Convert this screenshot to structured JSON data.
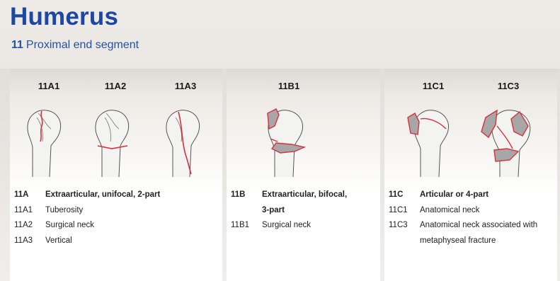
{
  "title": "Humerus",
  "subtitle": {
    "code": "11",
    "label": "Proximal end segment"
  },
  "colors": {
    "title": "#1c47a3",
    "fracture": "#d9303a",
    "fragment_fill": "#a7a7a7"
  },
  "groups": [
    {
      "codes": [
        "11A1",
        "11A2",
        "11A3"
      ],
      "heading": {
        "code": "11A",
        "label": "Extraarticular, unifocal, 2-part"
      },
      "items": [
        {
          "code": "11A1",
          "label": "Tuberosity"
        },
        {
          "code": "11A2",
          "label": "Surgical neck"
        },
        {
          "code": "11A3",
          "label": "Vertical"
        }
      ]
    },
    {
      "codes": [
        "11B1"
      ],
      "heading": {
        "code": "11B",
        "label_line1": "Extraarticular, bifocal,",
        "label_line2": "3-part"
      },
      "items": [
        {
          "code": "11B1",
          "label": "Surgical neck"
        }
      ]
    },
    {
      "codes": [
        "11C1",
        "11C3"
      ],
      "heading": {
        "code": "11C",
        "label": "Articular or 4-part"
      },
      "items": [
        {
          "code": "11C1",
          "label": "Anatomical neck"
        },
        {
          "code": "11C3",
          "label_line1": "Anatomical neck associated with",
          "label_line2": "metaphyseal fracture"
        }
      ]
    }
  ]
}
